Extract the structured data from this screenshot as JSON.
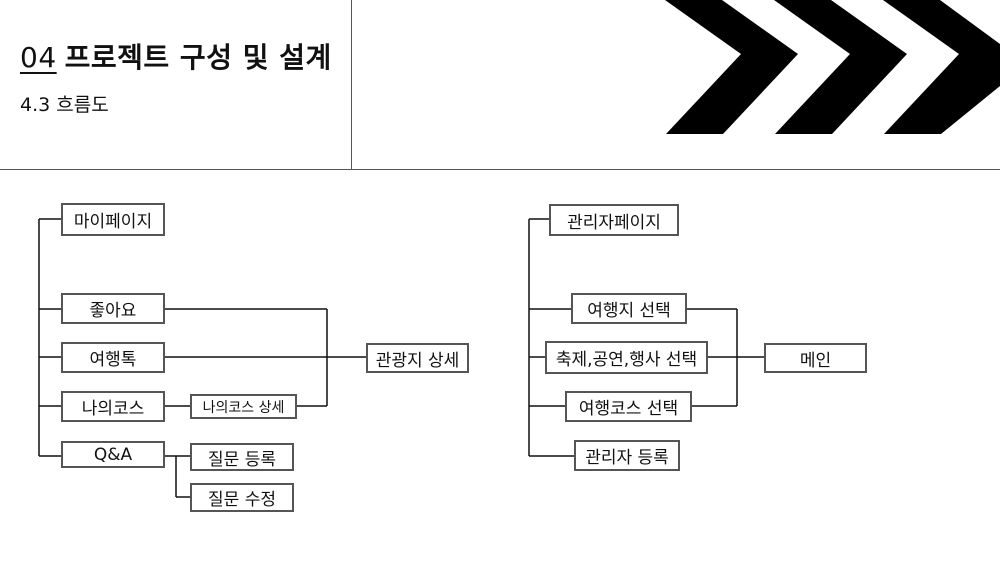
{
  "header": {
    "section_number": "04",
    "section_title": "프로젝트 구성 및 설계",
    "subsection": "4.3 흐름도"
  },
  "user_flow": {
    "mypage": "마이페이지",
    "likes": "좋아요",
    "travel_talk": "여행톡",
    "my_course": "나의코스",
    "my_course_detail": "나의코스 상세",
    "qna": "Q&A",
    "question_register": "질문 등록",
    "question_edit": "질문 수정",
    "tour_detail": "관광지 상세"
  },
  "admin_flow": {
    "admin_page": "관리자페이지",
    "destination_select": "여행지 선택",
    "festival_select": "축제,공연,행사 선택",
    "travel_course_select": "여행코스 선택",
    "admin_register": "관리자 등록",
    "main": "메인"
  }
}
